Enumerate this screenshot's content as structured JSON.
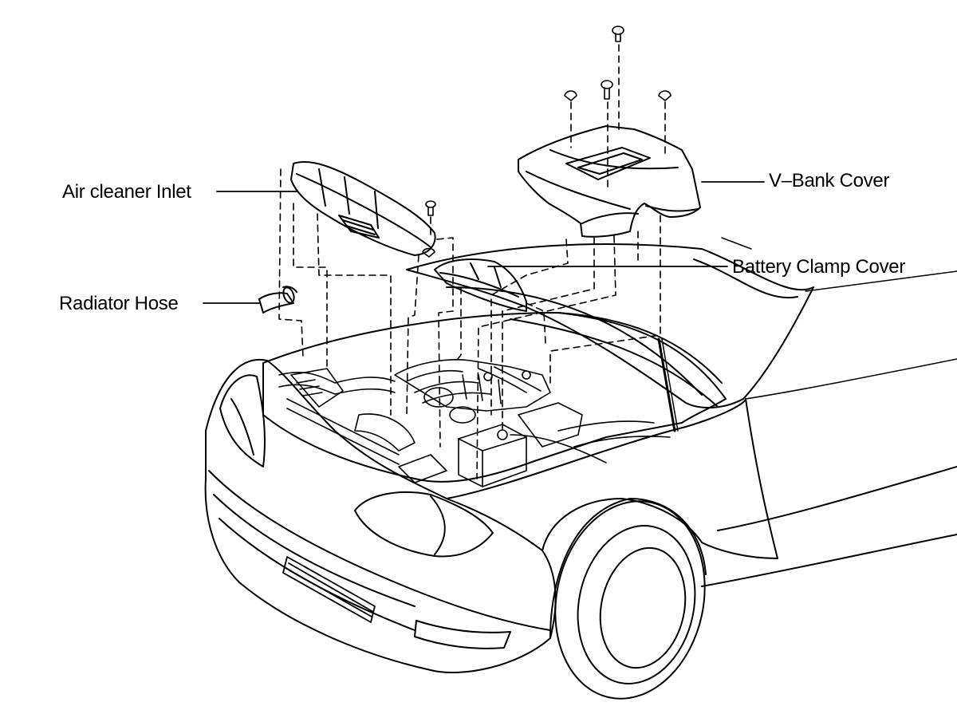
{
  "labels": {
    "air_cleaner_inlet": "Air cleaner Inlet",
    "radiator_hose": "Radiator Hose",
    "v_bank_cover": "V–Bank Cover",
    "battery_clamp_cover": "Battery Clamp Cover"
  },
  "colors": {
    "ink": "#000000",
    "paper": "#ffffff"
  }
}
